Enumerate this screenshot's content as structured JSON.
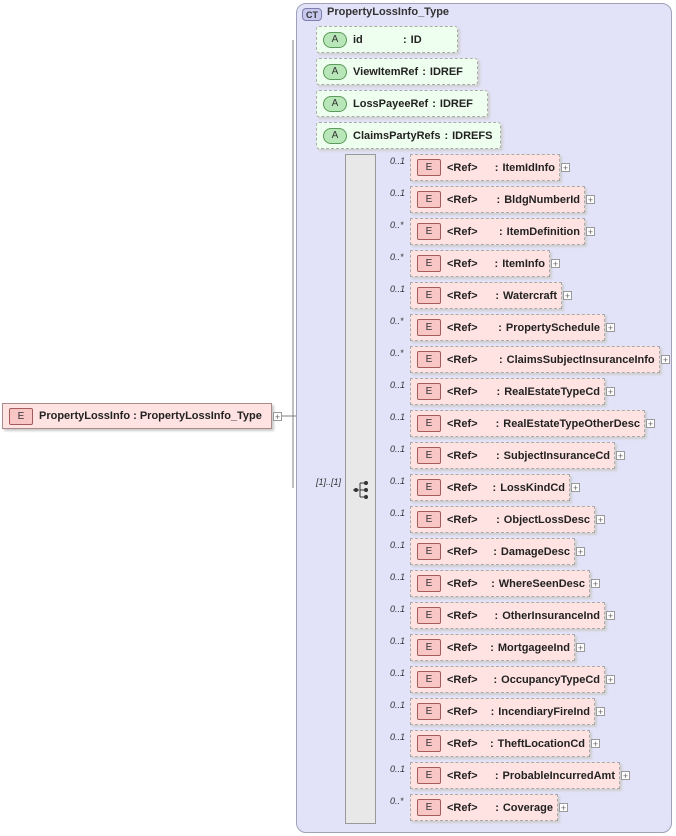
{
  "complex_type": {
    "badge": "CT",
    "title": "PropertyLossInfo_Type"
  },
  "root_element": {
    "badge": "E",
    "label": "PropertyLossInfo : PropertyLossInfo_Type"
  },
  "attributes": [
    {
      "badge": "A",
      "name": "id",
      "type": "ID"
    },
    {
      "badge": "A",
      "name": "ViewItemRef",
      "type": "IDREF"
    },
    {
      "badge": "A",
      "name": "LossPayeeRef",
      "type": "IDREF"
    },
    {
      "badge": "A",
      "name": "ClaimsPartyRefs",
      "type": "IDREFS"
    }
  ],
  "sequence": {
    "multiplicity": "[1]..[1]",
    "icon": "sequence-icon"
  },
  "elements": [
    {
      "badge": "E",
      "tag": "<Ref>",
      "name": "ItemIdInfo",
      "multiplicity": "0..1"
    },
    {
      "badge": "E",
      "tag": "<Ref>",
      "name": "BldgNumberId",
      "multiplicity": "0..1"
    },
    {
      "badge": "E",
      "tag": "<Ref>",
      "name": "ItemDefinition",
      "multiplicity": "0..*"
    },
    {
      "badge": "E",
      "tag": "<Ref>",
      "name": "ItemInfo",
      "multiplicity": "0..*"
    },
    {
      "badge": "E",
      "tag": "<Ref>",
      "name": "Watercraft",
      "multiplicity": "0..1"
    },
    {
      "badge": "E",
      "tag": "<Ref>",
      "name": "PropertySchedule",
      "multiplicity": "0..*"
    },
    {
      "badge": "E",
      "tag": "<Ref>",
      "name": "ClaimsSubjectInsuranceInfo",
      "multiplicity": "0..*"
    },
    {
      "badge": "E",
      "tag": "<Ref>",
      "name": "RealEstateTypeCd",
      "multiplicity": "0..1"
    },
    {
      "badge": "E",
      "tag": "<Ref>",
      "name": "RealEstateTypeOtherDesc",
      "multiplicity": "0..1"
    },
    {
      "badge": "E",
      "tag": "<Ref>",
      "name": "SubjectInsuranceCd",
      "multiplicity": "0..1"
    },
    {
      "badge": "E",
      "tag": "<Ref>",
      "name": "LossKindCd",
      "multiplicity": "0..1"
    },
    {
      "badge": "E",
      "tag": "<Ref>",
      "name": "ObjectLossDesc",
      "multiplicity": "0..1"
    },
    {
      "badge": "E",
      "tag": "<Ref>",
      "name": "DamageDesc",
      "multiplicity": "0..1"
    },
    {
      "badge": "E",
      "tag": "<Ref>",
      "name": "WhereSeenDesc",
      "multiplicity": "0..1"
    },
    {
      "badge": "E",
      "tag": "<Ref>",
      "name": "OtherInsuranceInd",
      "multiplicity": "0..1"
    },
    {
      "badge": "E",
      "tag": "<Ref>",
      "name": "MortgageeInd",
      "multiplicity": "0..1"
    },
    {
      "badge": "E",
      "tag": "<Ref>",
      "name": "OccupancyTypeCd",
      "multiplicity": "0..1"
    },
    {
      "badge": "E",
      "tag": "<Ref>",
      "name": "IncendiaryFireInd",
      "multiplicity": "0..1"
    },
    {
      "badge": "E",
      "tag": "<Ref>",
      "name": "TheftLocationCd",
      "multiplicity": "0..1"
    },
    {
      "badge": "E",
      "tag": "<Ref>",
      "name": "ProbableIncurredAmt",
      "multiplicity": "0..1"
    },
    {
      "badge": "E",
      "tag": "<Ref>",
      "name": "Coverage",
      "multiplicity": "0..*"
    }
  ],
  "expand_symbol": "+",
  "colors": {
    "ct_background": "#e2e2f9",
    "element_fill": "#ffe2e2",
    "attribute_fill": "#efffef"
  }
}
